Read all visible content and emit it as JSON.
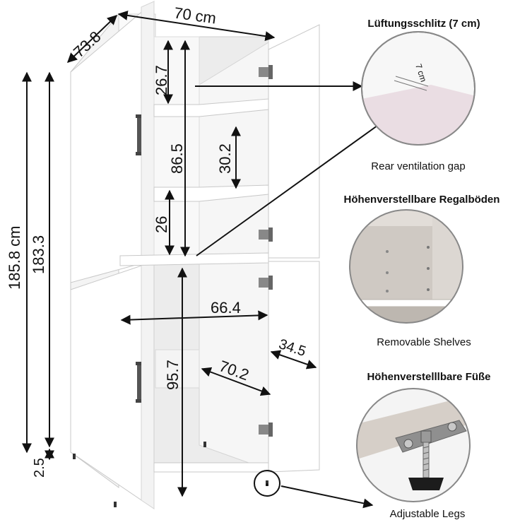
{
  "dimensions": {
    "width_top": "70 cm",
    "depth": "73.8",
    "total_height": "185.8 cm",
    "body_height": "183.3",
    "leg_height": "2.5",
    "top_compartment": "26.7",
    "upper_section": "86.5",
    "shelf_spacing": "30.2",
    "lower_shelf": "26",
    "inner_width": "66.4",
    "lower_section": "95.7",
    "inner_depth": "70.2",
    "door_depth": "34.5"
  },
  "features": [
    {
      "heading": "Lüftungsschlitz (7 cm)",
      "caption": "Rear ventilation gap",
      "inset_label": "7 cm"
    },
    {
      "heading": "Höhenverstellbare Regalböden",
      "caption": "Removable Shelves"
    },
    {
      "heading": "Höhenverstelllbare Füße",
      "caption": "Adjustable Legs"
    }
  ],
  "colors": {
    "cabinet": "#ffffff",
    "cabinet_side": "#f2f2f2",
    "interior": "#ececec",
    "outline": "#c8c8c8",
    "dimension_line": "#111111",
    "vent_panel": "#eadde3",
    "shelf_photo_bg": "#cfc9c3",
    "leg_plate": "#8f8f8f"
  },
  "icons": [
    "hinge-icon",
    "handle-icon",
    "double-arrow-icon",
    "leg-foot-icon"
  ]
}
